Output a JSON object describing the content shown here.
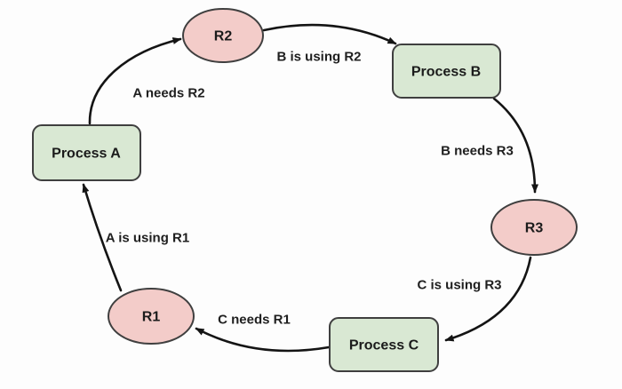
{
  "diagram": {
    "type": "deadlock-cycle",
    "nodes": [
      {
        "id": "process-a",
        "label": "Process A",
        "kind": "process"
      },
      {
        "id": "r2",
        "label": "R2",
        "kind": "resource"
      },
      {
        "id": "process-b",
        "label": "Process B",
        "kind": "process"
      },
      {
        "id": "r3",
        "label": "R3",
        "kind": "resource"
      },
      {
        "id": "process-c",
        "label": "Process C",
        "kind": "process"
      },
      {
        "id": "r1",
        "label": "R1",
        "kind": "resource"
      }
    ],
    "edges": [
      {
        "from": "process-a",
        "to": "r2",
        "label": "A needs R2"
      },
      {
        "from": "r2",
        "to": "process-b",
        "label": "B is using R2"
      },
      {
        "from": "process-b",
        "to": "r3",
        "label": "B needs R3"
      },
      {
        "from": "r3",
        "to": "process-c",
        "label": "C is using R3"
      },
      {
        "from": "process-c",
        "to": "r1",
        "label": "C needs R1"
      },
      {
        "from": "r1",
        "to": "process-a",
        "label": "A is using R1"
      }
    ],
    "colors": {
      "process_fill": "#d9e8d3",
      "resource_fill": "#f3ccc9",
      "shape_stroke": "#3f3f3f",
      "arrow": "#141414",
      "background": "#fdfdfd",
      "text": "#1b1b1b"
    }
  }
}
